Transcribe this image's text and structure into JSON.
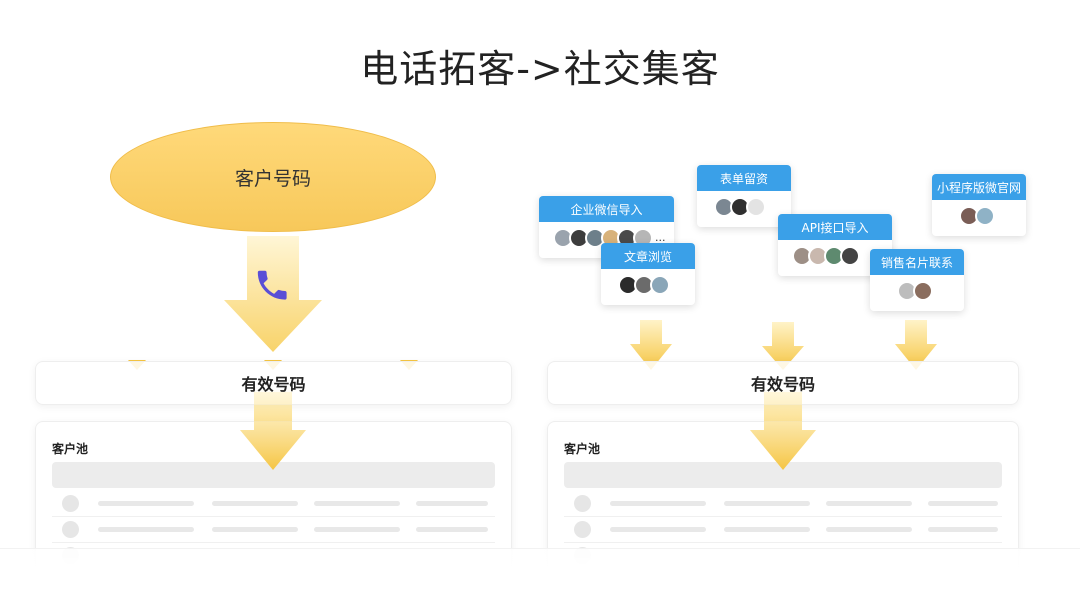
{
  "title": "电话拓客->社交集客",
  "left": {
    "source_label": "客户号码",
    "valid_label": "有效号码",
    "pool_label": "客户池"
  },
  "right": {
    "valid_label": "有效号码",
    "pool_label": "客户池",
    "sources": [
      {
        "label": "企业微信导入",
        "avatar_count": 6,
        "more": "..."
      },
      {
        "label": "表单留资",
        "avatar_count": 3
      },
      {
        "label": "API接口导入",
        "avatar_count": 4
      },
      {
        "label": "小程序版微官网",
        "avatar_count": 2
      },
      {
        "label": "文章浏览",
        "avatar_count": 3
      },
      {
        "label": "销售名片联系",
        "avatar_count": 2
      }
    ]
  },
  "colors": {
    "card_header": "#3aa0e8",
    "ellipse": "#f7c85a",
    "arrow": "#f5c542",
    "phone_icon": "#5a4fd6"
  },
  "icons": [
    "phone-icon"
  ]
}
